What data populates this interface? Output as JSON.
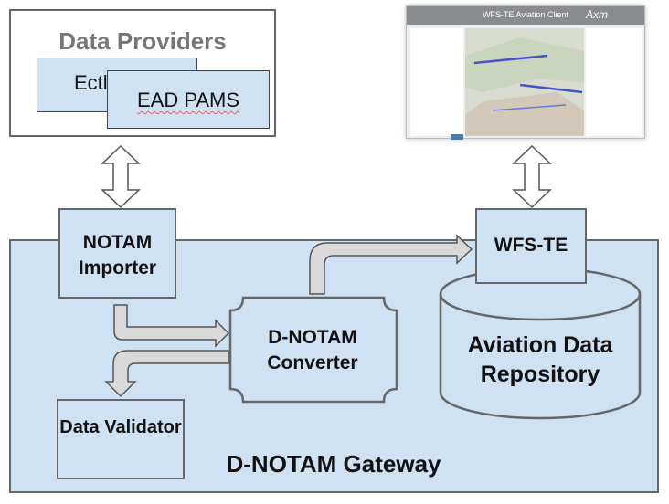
{
  "providers": {
    "title": "Data Providers",
    "ectl": "Ectl",
    "ead_pams": "EAD PAMS"
  },
  "client": {
    "title": "WFS-TE Aviation Client",
    "logo": "Axm"
  },
  "gateway": {
    "importer": "NOTAM Importer",
    "validator": "Data Validator",
    "converter": "D-NOTAM Converter",
    "wfs": "WFS-TE",
    "repository": "Aviation Data Repository",
    "label": "D-NOTAM Gateway"
  },
  "colors": {
    "box_fill": "#cfe2f3",
    "border": "#666666",
    "arrow_fill": "#d9d9d9",
    "title_grey": "#777777"
  }
}
